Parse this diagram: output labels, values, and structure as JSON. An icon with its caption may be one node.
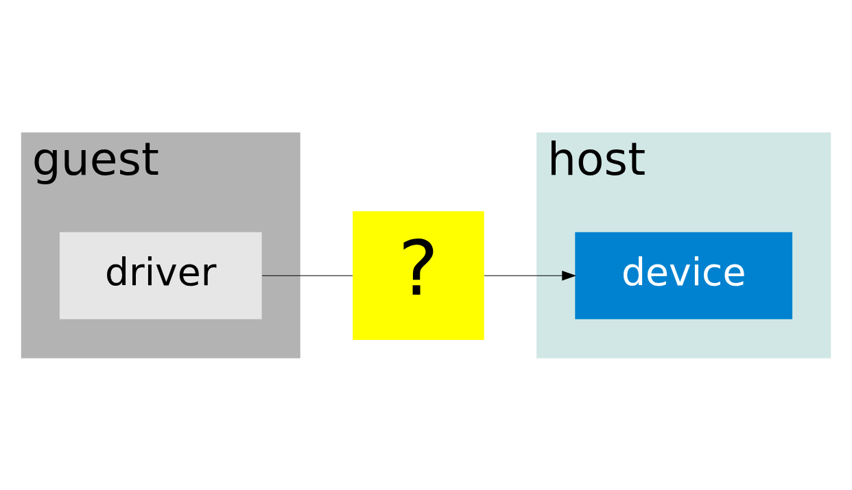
{
  "diagram": {
    "nodes": [
      {
        "text": [
          "guest"
        ]
      },
      {
        "text": [
          "driver"
        ],
        "in": 0
      },
      {
        "text": [
          "?"
        ]
      },
      {
        "text": [
          "host"
        ]
      },
      {
        "text": [
          "device"
        ],
        "in": 3
      }
    ],
    "edges": [
      {
        "from": 1,
        "to": 2,
        "arrow": "none"
      },
      {
        "from": 2,
        "to": 4,
        "arrow": "to"
      }
    ]
  }
}
